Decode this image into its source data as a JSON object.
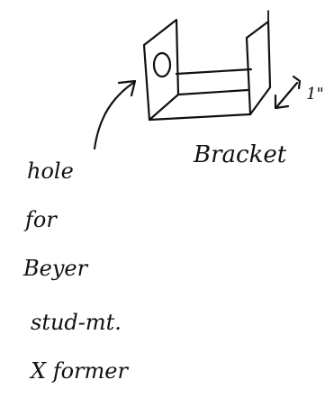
{
  "sketch": {
    "labels": {
      "bracket": "Bracket",
      "dimension": "1\"",
      "hole": "0",
      "note_line_1": "hole",
      "note_line_2": "for",
      "note_line_3": "Beyer",
      "note_line_4": "stud-mt.",
      "note_line_5": "X former"
    },
    "colors": {
      "ink": "#111111",
      "paper": "#ffffff"
    }
  }
}
